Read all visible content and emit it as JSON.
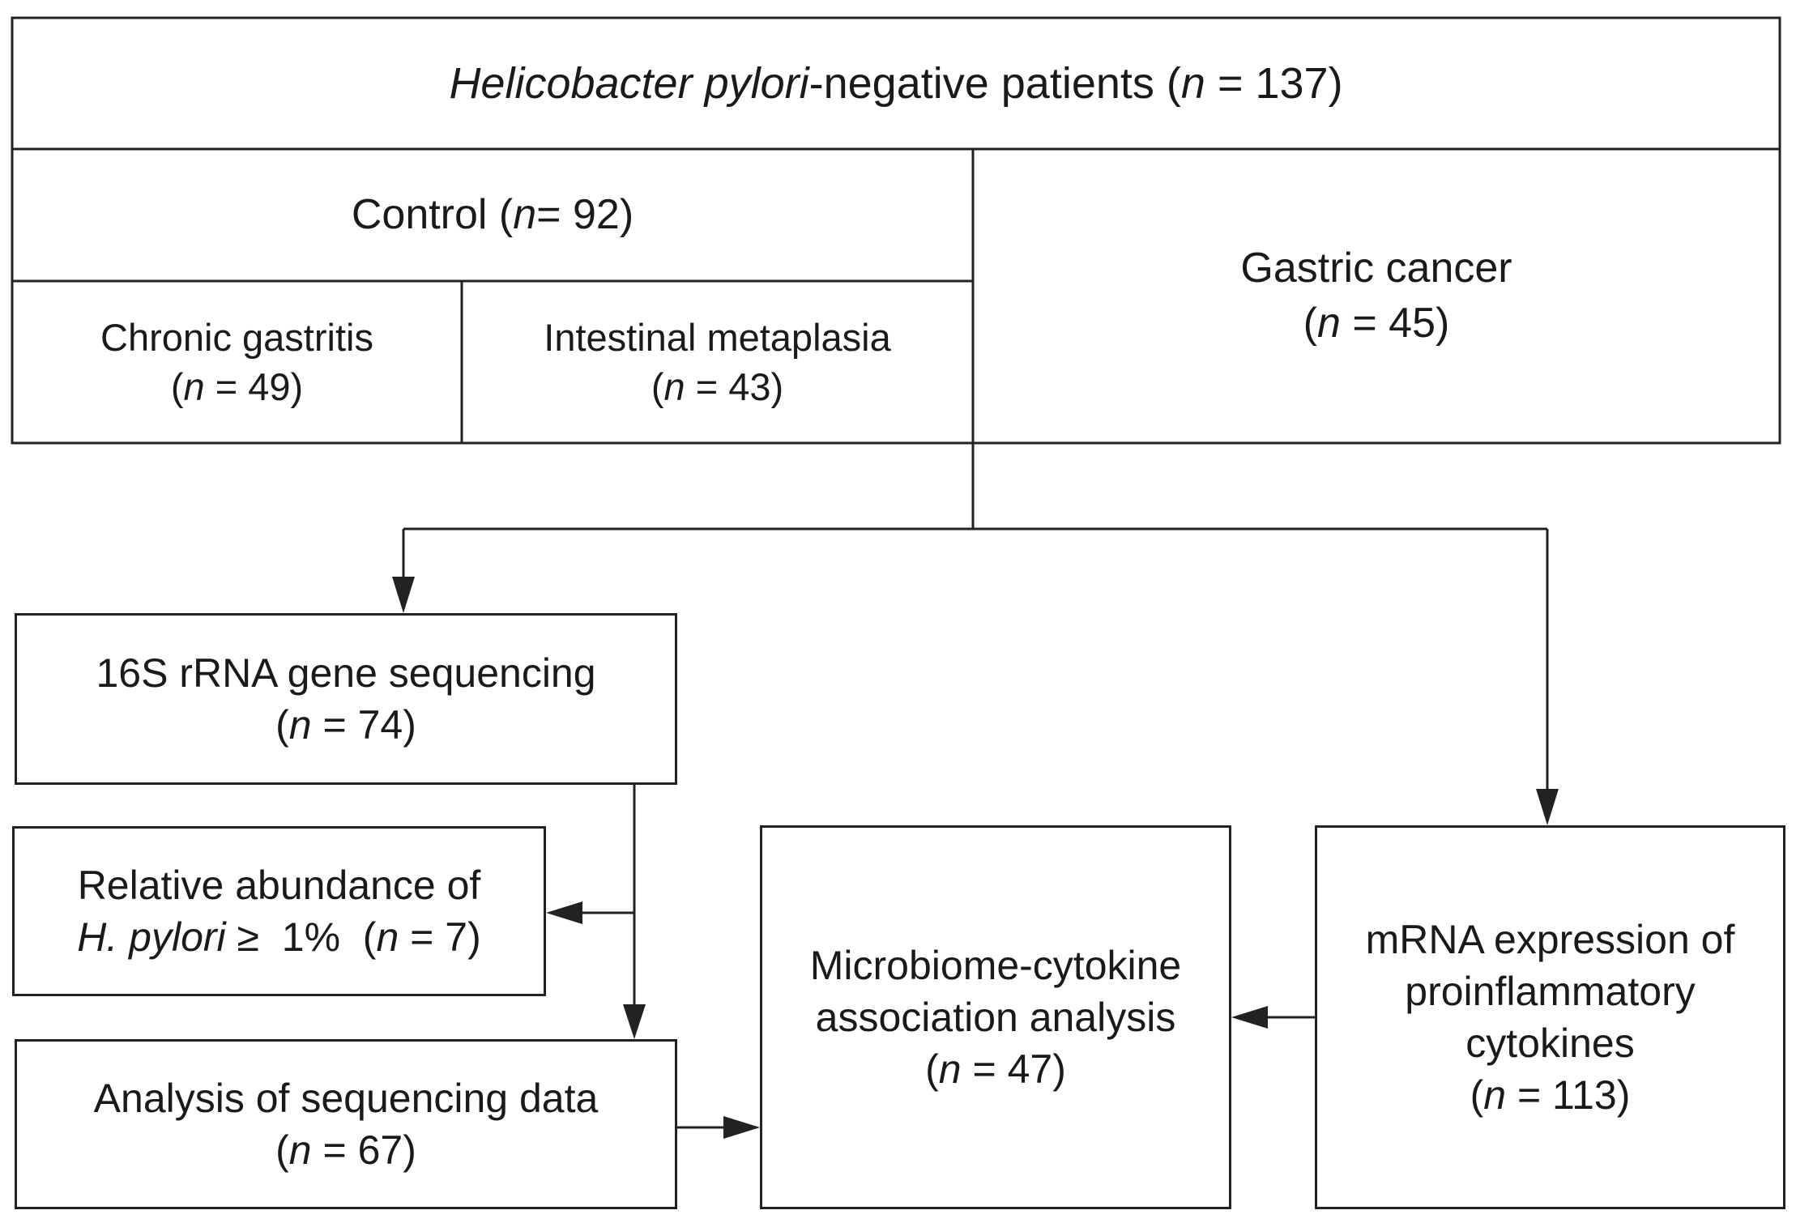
{
  "table": {
    "header": {
      "italic": "Helicobacter pylori",
      "rest": "-negative patients (",
      "n_var": "n",
      "n_rest": " = 137)"
    },
    "control": {
      "label": "Control (",
      "n_var": "n",
      "n_rest": "= 92)"
    },
    "chronic_gastritis": {
      "label": "Chronic gastritis",
      "open": "(",
      "n_var": "n",
      "n_rest": " = 49)"
    },
    "intestinal_metaplasia": {
      "label": "Intestinal metaplasia",
      "open": "(",
      "n_var": "n",
      "n_rest": " = 43)"
    },
    "gastric_cancer": {
      "label": "Gastric cancer",
      "open": "(",
      "n_var": "n",
      "n_rest": " = 45)"
    }
  },
  "flow": {
    "sequencing": {
      "label": "16S rRNA gene sequencing",
      "open": "(",
      "n_var": "n",
      "n_rest": " = 74)"
    },
    "relative_abundance": {
      "label": "Relative abundance of",
      "italic": "H. pylori",
      "threshold": " ≥  1%  (",
      "n_var": "n",
      "n_rest": " = 7)"
    },
    "analysis": {
      "label": "Analysis of sequencing data",
      "open": "(",
      "n_var": "n",
      "n_rest": " = 67)"
    },
    "association": {
      "line1": "Microbiome-cytokine",
      "line2": "association analysis",
      "open": "(",
      "n_var": "n",
      "n_rest": " = 47)"
    },
    "mrna": {
      "line1": "mRNA expression of",
      "line2": "proinflammatory",
      "line3": "cytokines",
      "open": "(",
      "n_var": "n",
      "n_rest": " = 113)"
    }
  }
}
